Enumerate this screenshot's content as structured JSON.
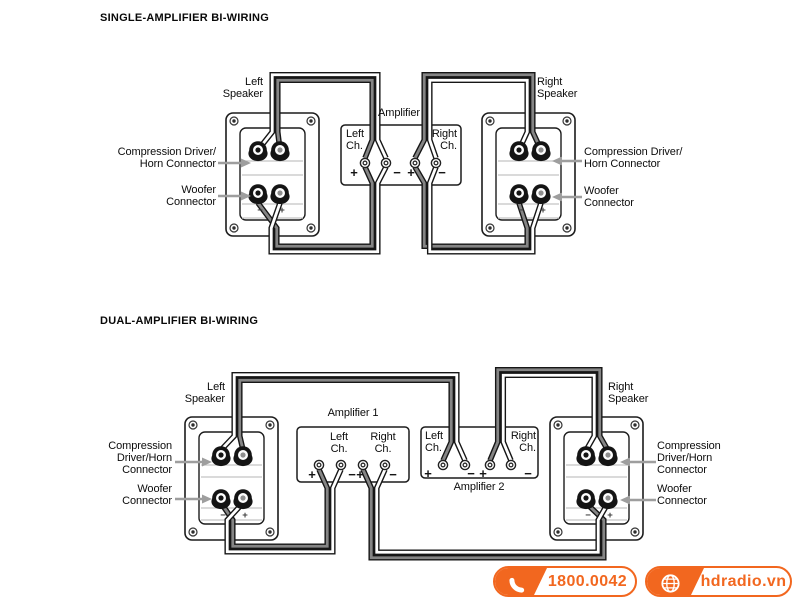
{
  "colors": {
    "accent": "#f2671f",
    "wire_gray": "#858585",
    "wire_white": "#ffffff",
    "arrow_gray": "#9e9e9e"
  },
  "glyphs": {
    "plus": "+",
    "minus": "−"
  },
  "single": {
    "title": "SINGLE-AMPLIFIER BI-WIRING",
    "left_speaker": [
      "Left",
      "Speaker"
    ],
    "right_speaker": [
      "Right",
      "Speaker"
    ],
    "left_comp": [
      "Compression Driver/",
      "Horn Connector"
    ],
    "left_woofer": [
      "Woofer",
      "Connector"
    ],
    "right_comp": [
      "Compression Driver/",
      "Horn Connector"
    ],
    "right_woofer": [
      "Woofer",
      "Connector"
    ],
    "amp": {
      "label": "Amplifier",
      "left_ch": [
        "Left",
        "Ch."
      ],
      "right_ch": [
        "Right",
        "Ch."
      ]
    }
  },
  "dual": {
    "title": "DUAL-AMPLIFIER BI-WIRING",
    "left_speaker": [
      "Left",
      "Speaker"
    ],
    "right_speaker": [
      "Right",
      "Speaker"
    ],
    "left_comp": [
      "Compression",
      "Driver/Horn",
      "Connector"
    ],
    "left_woofer": [
      "Woofer",
      "Connector"
    ],
    "right_comp": [
      "Compression",
      "Driver/Horn",
      "Connector"
    ],
    "right_woofer": [
      "Woofer",
      "Connector"
    ],
    "amp1": {
      "label": "Amplifier 1",
      "left_ch": [
        "Left",
        "Ch."
      ],
      "right_ch": [
        "Right",
        "Ch."
      ]
    },
    "amp2": {
      "label": "Amplifier 2",
      "left_ch": [
        "Left",
        "Ch."
      ],
      "right_ch": [
        "Right",
        "Ch."
      ]
    }
  },
  "footer": {
    "phone_badge": {
      "icon": "phone-icon",
      "number": "1800.0042"
    },
    "website_badge": {
      "icon": "globe-icon",
      "text": "hdradio.vn"
    }
  }
}
